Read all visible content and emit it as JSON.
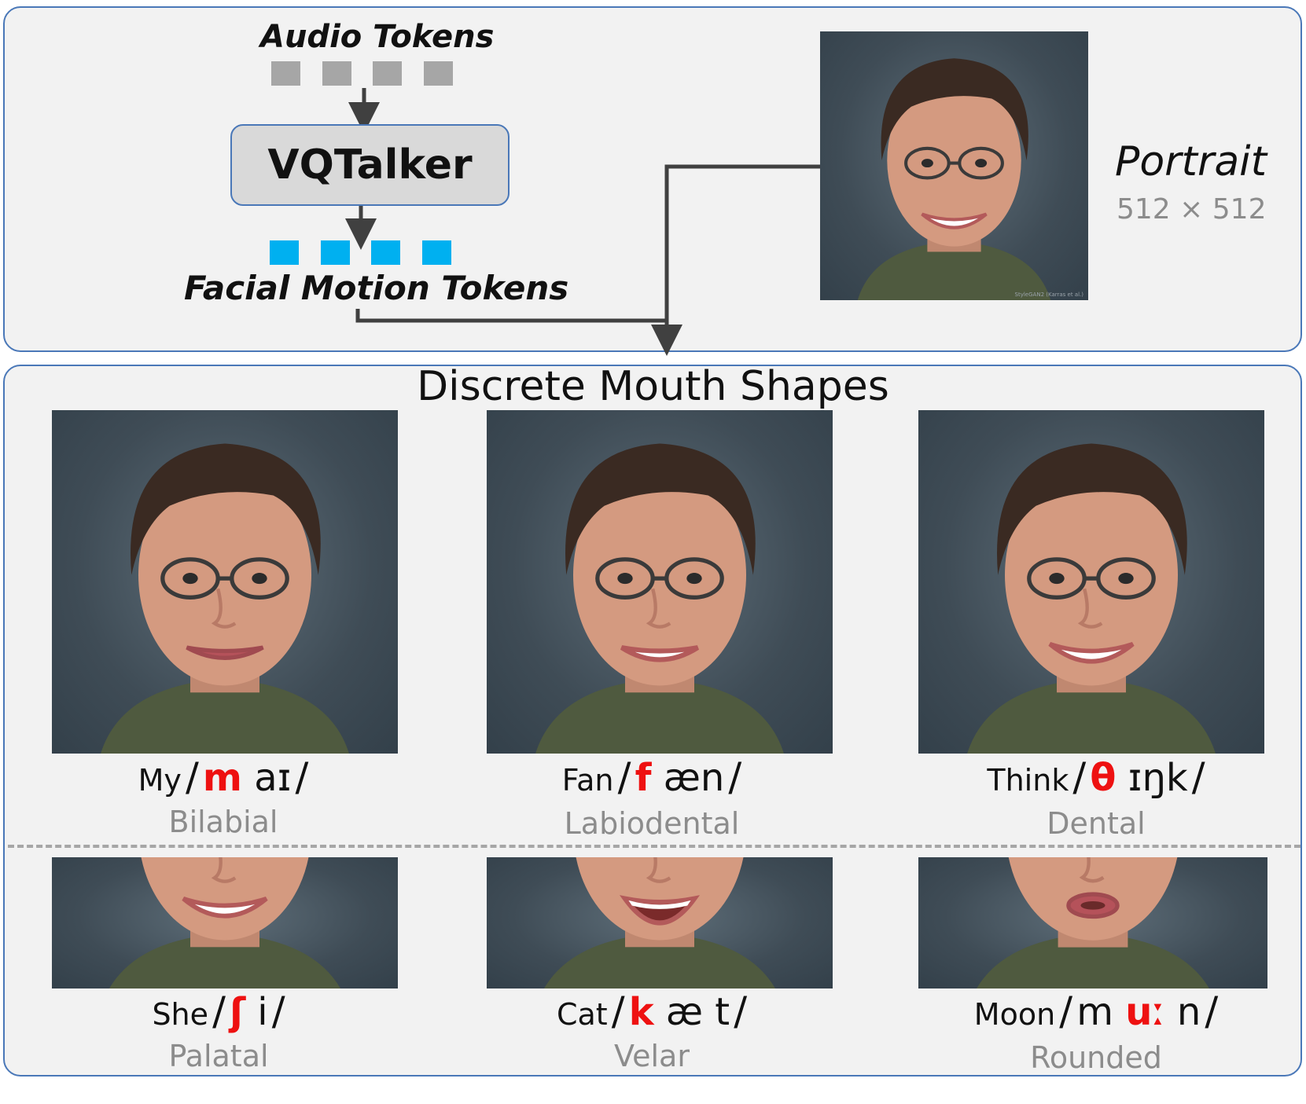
{
  "pipeline": {
    "audio_tokens_label": "Audio Tokens",
    "model_label": "VQTalker",
    "motion_tokens_label": "Facial Motion Tokens",
    "colors": {
      "audio_token": "#a6a6a6",
      "motion_token": "#00b0f0",
      "panel_border": "#4a78b8",
      "highlight": "#ee1111"
    }
  },
  "portrait": {
    "label": "Portrait",
    "size_label": "512 × 512",
    "credit": "StyleGAN2 (Karras et al.)"
  },
  "mouth_shapes": {
    "title": "Discrete Mouth Shapes",
    "items": [
      {
        "word": "My",
        "pre": "",
        "highlight": "m",
        "post": " aɪ",
        "category": "Bilabial",
        "mouth": "closed"
      },
      {
        "word": "Fan",
        "pre": "",
        "highlight": "f",
        "post": " æn",
        "category": "Labiodental",
        "mouth": "teeth"
      },
      {
        "word": "Think",
        "pre": "",
        "highlight": "θ",
        "post": " ɪŋk",
        "category": "Dental",
        "mouth": "smile"
      },
      {
        "word": "She",
        "pre": "",
        "highlight": "ʃ",
        "post": " i",
        "category": "Palatal",
        "mouth": "smile"
      },
      {
        "word": "Cat",
        "pre": "",
        "highlight": "k",
        "post": " æ t",
        "category": "Velar",
        "mouth": "open"
      },
      {
        "word": "Moon",
        "pre": "m ",
        "highlight": "uː",
        "post": " n",
        "category": "Rounded",
        "mouth": "round"
      }
    ]
  }
}
